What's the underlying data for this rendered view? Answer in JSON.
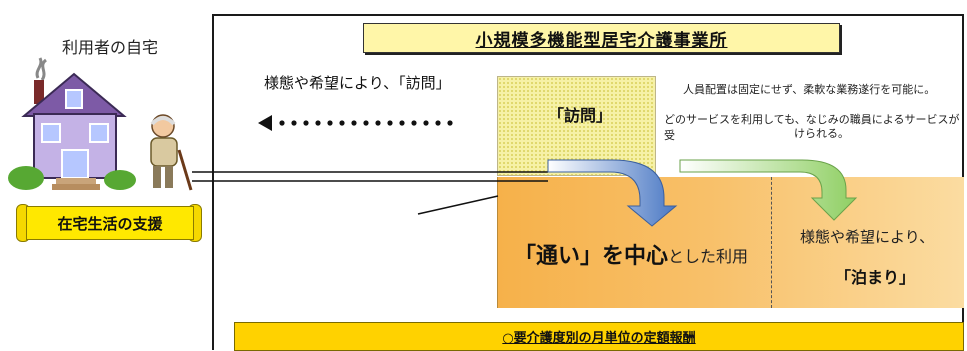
{
  "left": {
    "label": "利用者の自宅",
    "scroll_label": "在宅生活の支援"
  },
  "facility": {
    "title": "小規模多機能型居宅介護事業所",
    "visit_left_text": "様態や希望により、「訪問」",
    "visit_box_label": "「訪問」",
    "note_line1": "人員配置は固定にせず、柔軟な業務遂行を可能に。",
    "note_line2": "どのサービスを利用しても、なじみの職員によるサービスが受",
    "note_line2b": "けられる。",
    "day_service_main": "「通い」を中心",
    "day_service_sub": "とした利用",
    "stay_line1": "様態や希望により、",
    "stay_line2": "「泊まり」",
    "bottom_bar": "○要介護度別の月単位の定額報酬"
  },
  "colors": {
    "title_fill": "#fff6a8",
    "scroll_fill": "#ffe800",
    "visit_fill": "#f6f1a6",
    "orange_gradient_start": "#f6b14a",
    "orange_gradient_end": "#fbdca1",
    "bottom_bar_fill": "#ffd200",
    "blue_arrow": "#4a78c4",
    "green_arrow": "#8fcf63"
  }
}
